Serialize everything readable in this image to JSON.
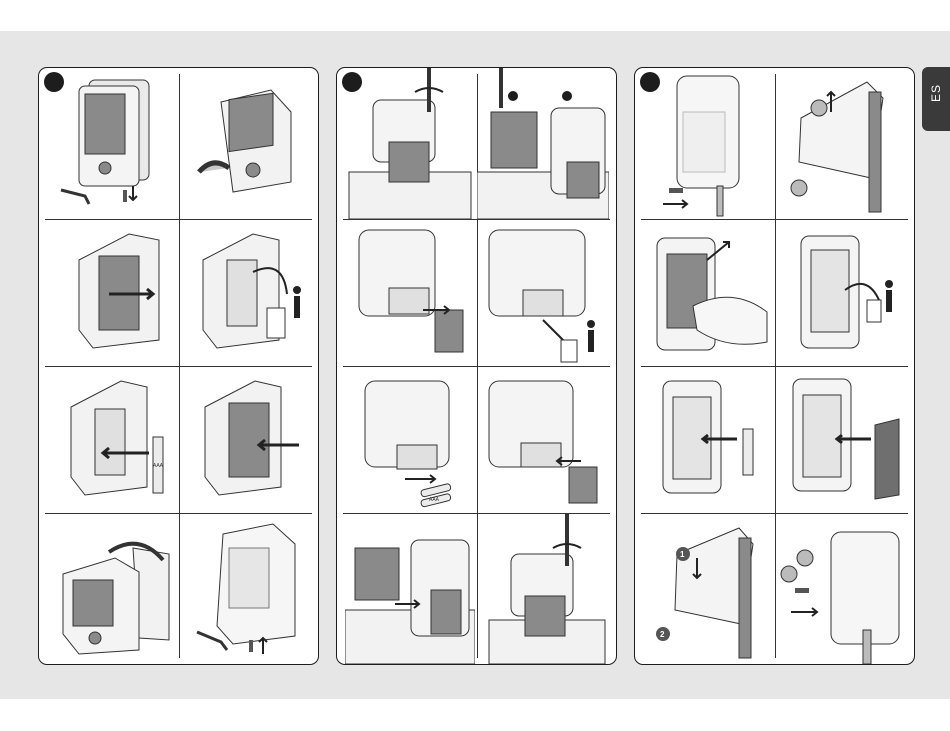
{
  "language_tab": {
    "label": "ES"
  },
  "battery_labels": [
    "AAA",
    "AAA"
  ],
  "step_numbers": [
    "1",
    "2"
  ],
  "colors": {
    "band": "#e6e6e6",
    "panel_border": "#1d1d1d",
    "tab": "#3a3a3a",
    "device_shade": "#8a8a8a"
  },
  "panels": [
    {
      "id": "panel-1",
      "marker": "filled-circle",
      "steps": [
        "unscrew-housing",
        "lift-cover",
        "pull-battery-drawer",
        "dispose-old-battery",
        "insert-new-battery",
        "slide-drawer-in",
        "close-housing",
        "refit-screw"
      ]
    },
    {
      "id": "panel-2",
      "marker": "filled-circle",
      "steps": [
        "unscrew-base",
        "detach-bracket",
        "slide-out-tray",
        "dispose-old-battery",
        "insert-batteries",
        "slide-in-tray",
        "attach-bracket",
        "refit-screw"
      ]
    },
    {
      "id": "panel-3",
      "marker": "filled-circle",
      "steps": [
        "remove-screw",
        "lift-cover",
        "remove-module",
        "dispose-old-battery",
        "insert-battery",
        "attach-cover",
        "close-housing",
        "refit-screw"
      ]
    }
  ]
}
